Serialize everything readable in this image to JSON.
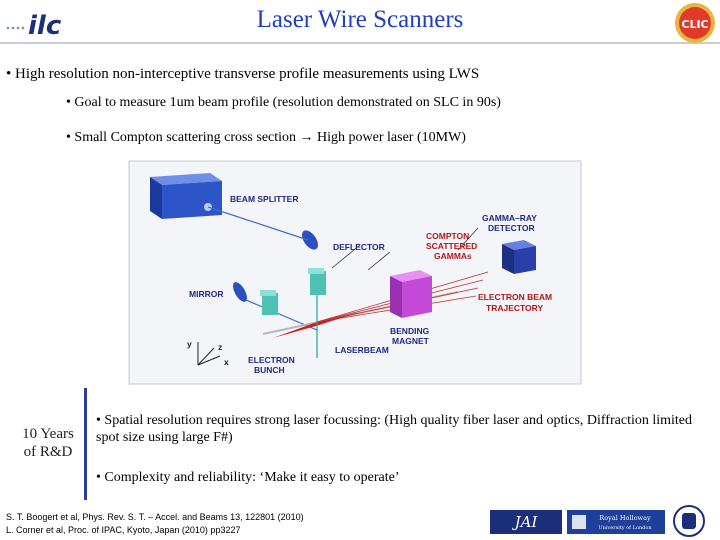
{
  "slide": {
    "title": "Laser Wire Scanners",
    "bullets": {
      "b1": "• High resolution non-interceptive transverse profile measurements using LWS",
      "b2": "• Goal to measure 1um beam profile (resolution demonstrated on SLC in 90s)",
      "b3_before": "• Small Compton scattering cross section ",
      "b3_arrow": "→",
      "b3_after": " High power laser (10MW)",
      "b4": "• Spatial resolution requires strong laser focussing: (High quality fiber laser and optics, Diffraction limited spot size using large F#)",
      "b5": "• Complexity and reliability: ‘Make it easy to operate’"
    },
    "side_label": {
      "line1": "10 Years",
      "line2": "of R&D"
    },
    "references": [
      "S. T. Boogert et al, Phys. Rev. S. T. – Accel. and Beams 13, 122801 (2010)",
      "L. Corner et al, Proc. of IPAC, Kyoto, Japan (2010) pp3227"
    ],
    "logos": {
      "ilc": "ilc",
      "clic": "CLIC",
      "jai": "JAI",
      "rhul_line1": "Royal Holloway",
      "rhul_line2": "University of London"
    }
  },
  "diagram": {
    "labels": {
      "beam_splitter": "BEAM SPLITTER",
      "deflector": "DEFLECTOR",
      "compton_1": "COMPTON",
      "compton_2": "SCATTERED",
      "compton_3": "GAMMAs",
      "gamma_1": "GAMMA–RAY",
      "gamma_2": "DETECTOR",
      "mirror": "MIRROR",
      "eb_1": "ELECTRON BEAM",
      "eb_2": "TRAJECTORY",
      "bending_1": "BENDING",
      "bending_2": "MAGNET",
      "laserbeam": "LASERBEAM",
      "electron_1": "ELECTRON",
      "electron_2": "BUNCH",
      "axis_y": "y",
      "axis_z": "z",
      "axis_x": "x"
    },
    "colors": {
      "label": "#1e2a86",
      "eb_label": "#b01818",
      "blue_box": "#2d55c8",
      "magnet": "#c34ad6",
      "laser": "#2aa0a8",
      "detector": "#2a3fa8"
    }
  }
}
